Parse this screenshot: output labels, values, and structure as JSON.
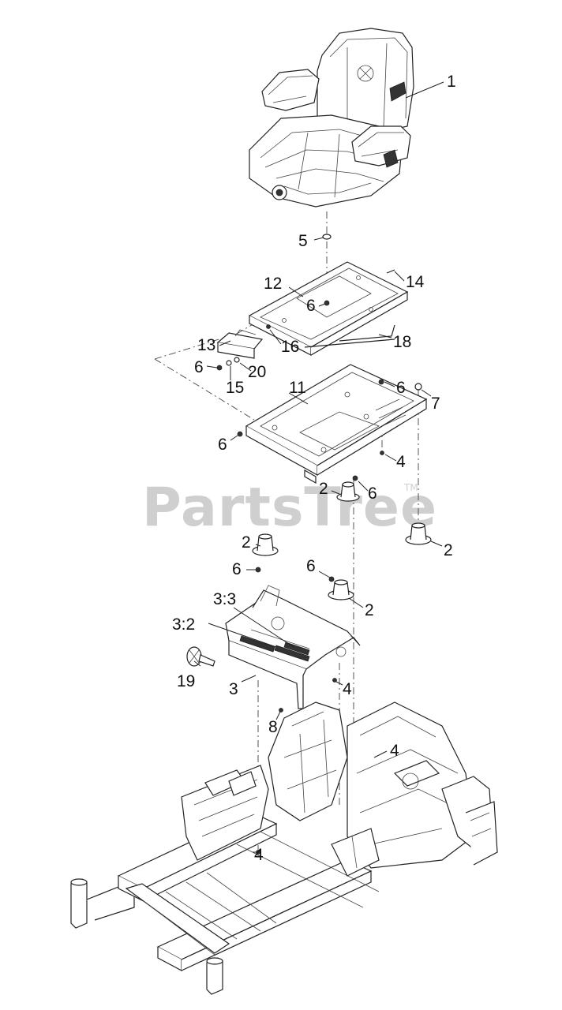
{
  "watermark": {
    "text": "PartsTree",
    "trademark": "TM"
  },
  "callouts": [
    {
      "id": "c1",
      "label": "1"
    },
    {
      "id": "c5",
      "label": "5"
    },
    {
      "id": "c12",
      "label": "12"
    },
    {
      "id": "c14",
      "label": "14"
    },
    {
      "id": "c6a",
      "label": "6"
    },
    {
      "id": "c13",
      "label": "13"
    },
    {
      "id": "c16",
      "label": "16"
    },
    {
      "id": "c18",
      "label": "18"
    },
    {
      "id": "c6b",
      "label": "6"
    },
    {
      "id": "c20",
      "label": "20"
    },
    {
      "id": "c15",
      "label": "15"
    },
    {
      "id": "c11",
      "label": "11"
    },
    {
      "id": "c6c",
      "label": "6"
    },
    {
      "id": "c7",
      "label": "7"
    },
    {
      "id": "c6d",
      "label": "6"
    },
    {
      "id": "c4a",
      "label": "4"
    },
    {
      "id": "c2a",
      "label": "2"
    },
    {
      "id": "c6e",
      "label": "6"
    },
    {
      "id": "c2b",
      "label": "2"
    },
    {
      "id": "c2c",
      "label": "2"
    },
    {
      "id": "c6f",
      "label": "6"
    },
    {
      "id": "c6g",
      "label": "6"
    },
    {
      "id": "c2d",
      "label": "2"
    },
    {
      "id": "c33",
      "label": "3:3"
    },
    {
      "id": "c32",
      "label": "3:2"
    },
    {
      "id": "c19",
      "label": "19"
    },
    {
      "id": "c3",
      "label": "3"
    },
    {
      "id": "c4b",
      "label": "4"
    },
    {
      "id": "c8",
      "label": "8"
    },
    {
      "id": "c4c",
      "label": "4"
    },
    {
      "id": "c4d",
      "label": "4"
    }
  ]
}
